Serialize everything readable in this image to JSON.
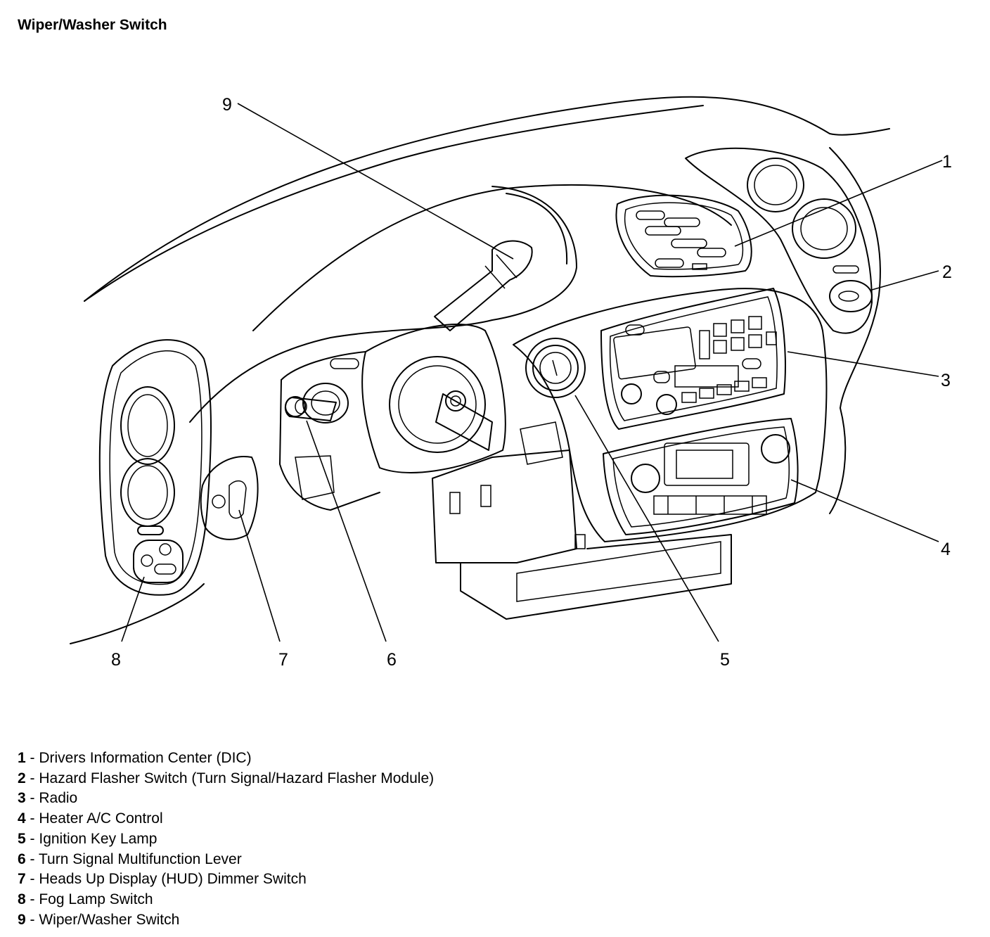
{
  "title": "Wiper/Washer Switch",
  "callouts": [
    "1",
    "2",
    "3",
    "4",
    "5",
    "6",
    "7",
    "8",
    "9"
  ],
  "legend": [
    {
      "num": "1",
      "sep": " - ",
      "text": "Drivers Information Center (DIC)"
    },
    {
      "num": "2",
      "sep": " - ",
      "text": "Hazard Flasher Switch (Turn Signal/Hazard Flasher Module)"
    },
    {
      "num": "3",
      "sep": " - ",
      "text": "Radio"
    },
    {
      "num": "4",
      "sep": " - ",
      "text": "Heater A/C Control"
    },
    {
      "num": "5",
      "sep": " - ",
      "text": "Ignition Key Lamp"
    },
    {
      "num": "6",
      "sep": " - ",
      "text": "Turn Signal Multifunction Lever"
    },
    {
      "num": "7",
      "sep": " - ",
      "text": "Heads Up Display (HUD) Dimmer Switch"
    },
    {
      "num": "8",
      "sep": " - ",
      "text": "Fog Lamp Switch"
    },
    {
      "num": "9",
      "sep": " - ",
      "text": "Wiper/Washer Switch"
    }
  ]
}
